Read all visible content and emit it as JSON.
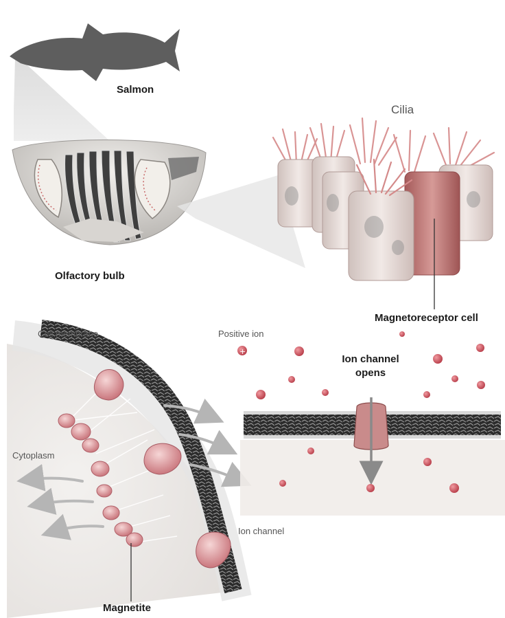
{
  "labels": {
    "salmon": "Salmon",
    "olfactory_bulb": "Olfactory bulb",
    "cilia": "Cilia",
    "magnetoreceptor_cell": "Magnetoreceptor cell",
    "cell_membrane": "Cell membrane",
    "positive_ion": "Positive ion",
    "ion_channel_opens_line1": "Ion channel",
    "ion_channel_opens_line2": "opens",
    "cytoplasm": "Cytoplasm",
    "ion_channel": "Ion channel",
    "magnetite": "Magnetite"
  },
  "colors": {
    "fish": "#5e5e5e",
    "bulb_light": "#e4e2df",
    "bulb_dark": "#3c3c3c",
    "cell_body": "#e8dcd7",
    "cell_pink": "#c87a7a",
    "cilia": "#d99494",
    "membrane": "#2a2a2a",
    "ion": "#c94f5a",
    "cytoplasm": "#ece9e6",
    "arrow_grey": "#b9b9b9",
    "arrow_dark": "#8a8a8a"
  }
}
